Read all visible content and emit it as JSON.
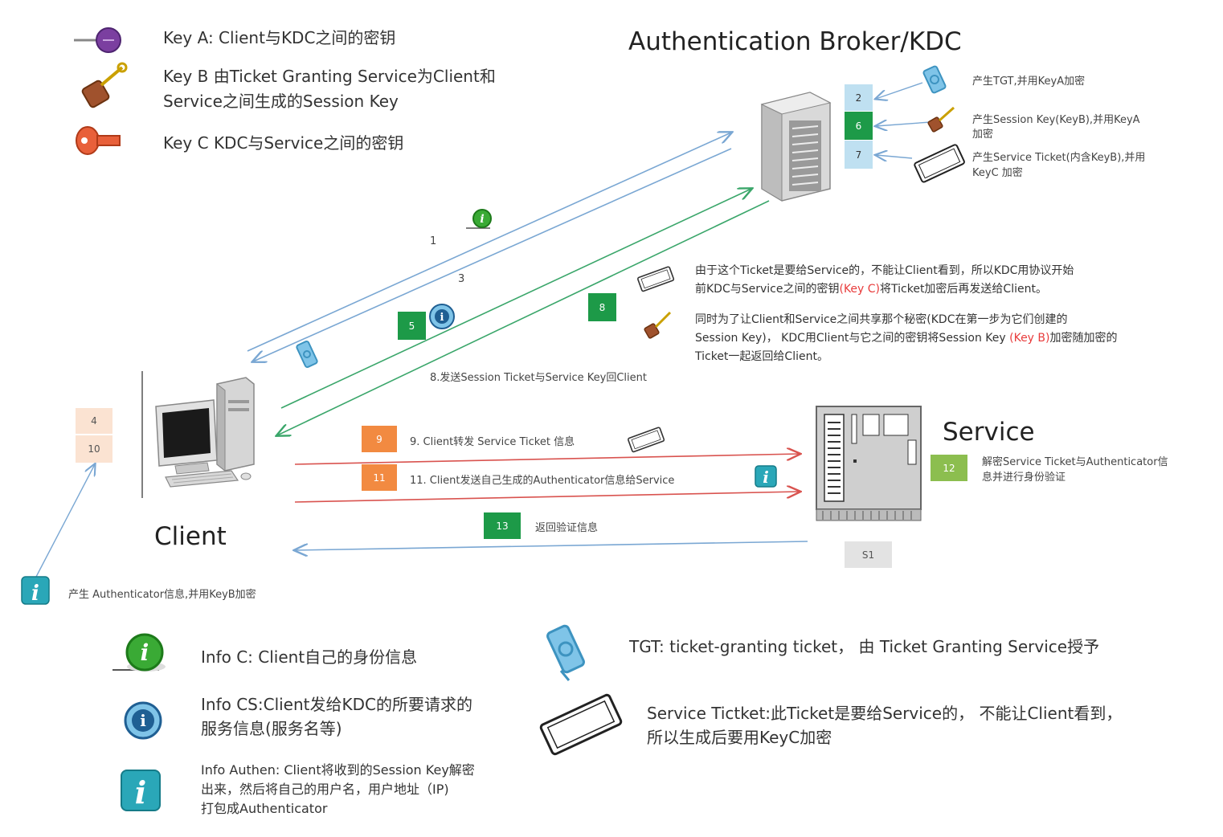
{
  "legend": {
    "key_a": "Key  A: Client与KDC之间的密钥",
    "key_b_line1": "Key B  由Ticket Granting Service为Client和",
    "key_b_line2": "Service之间生成的Session Key",
    "key_c": "Key C  KDC与Service之间的密钥"
  },
  "kdc": {
    "title": "Authentication Broker/KDC",
    "steps": [
      "2",
      "6",
      "7"
    ],
    "notes": [
      "产生TGT,并用KeyA加密",
      "产生Session Key(KeyB),并用KeyA",
      "加密",
      "产生Service Ticket(内含KeyB),并用",
      "KeyC 加密"
    ]
  },
  "explanation": {
    "p1_line1": "由于这个Ticket是要给Service的，不能让Client看到，所以KDC用协议开始",
    "p1_line2_a": "前KDC与Service之间的密钥",
    "p1_line2_red": "(Key  C)",
    "p1_line2_b": "将Ticket加密后再发送给Client。",
    "p2_line1": "同时为了让Client和Service之间共享那个秘密(KDC在第一步为它们创建的",
    "p2_line2_a": "Session Key)，  KDC用Client与它之间的密钥将Session  Key ",
    "p2_line2_red": "(Key B)",
    "p2_line2_b": "加密随加密的",
    "p2_line3": "Ticket一起返回给Client。"
  },
  "flow": {
    "label_1": "1",
    "label_3": "3",
    "box_5": "5",
    "box_8": "8",
    "label_8": "8.发送Session  Ticket与Service  Key回Client",
    "box_9": "9",
    "label_9": "9. Client转发  Service  Ticket  信息",
    "box_11": "11",
    "label_11": "11. Client发送自己生成的Authenticator信息给Service",
    "box_13": "13",
    "label_13": "返回验证信息",
    "box_s1": "S1"
  },
  "client": {
    "title": "Client",
    "steps": [
      "4",
      "10"
    ],
    "authenticator_note": "产生 Authenticator信息,并用KeyB加密"
  },
  "service": {
    "title": "Service",
    "step": "12",
    "note_line1": "解密Service Ticket与Authenticator信",
    "note_line2": "息并进行身份验证"
  },
  "bottom_legend": {
    "info_c": "Info C: Client自己的身份信息",
    "info_cs_line1": "Info CS:Client发给KDC的所要请求的",
    "info_cs_line2": "服务信息(服务名等)",
    "info_authen_line1": "Info Authen: Client将收到的Session Key解密",
    "info_authen_line2": "出来，然后将自己的用户名，用户地址（IP)",
    "info_authen_line3": "打包成Authenticator",
    "tgt": "TGT: ticket-granting ticket，  由  Ticket Granting Service授予",
    "st_line1": "Service Tictket:此Ticket是要给Service的，  不能让Client看到，",
    "st_line2": "所以生成后要用KeyC加密"
  },
  "colors": {
    "blue_arrow": "#7aa7d3",
    "green_arrow": "#3aa66a",
    "red_arrow": "#d9534f",
    "step_green": "#1d9a48",
    "step_orange": "#f28a41"
  }
}
